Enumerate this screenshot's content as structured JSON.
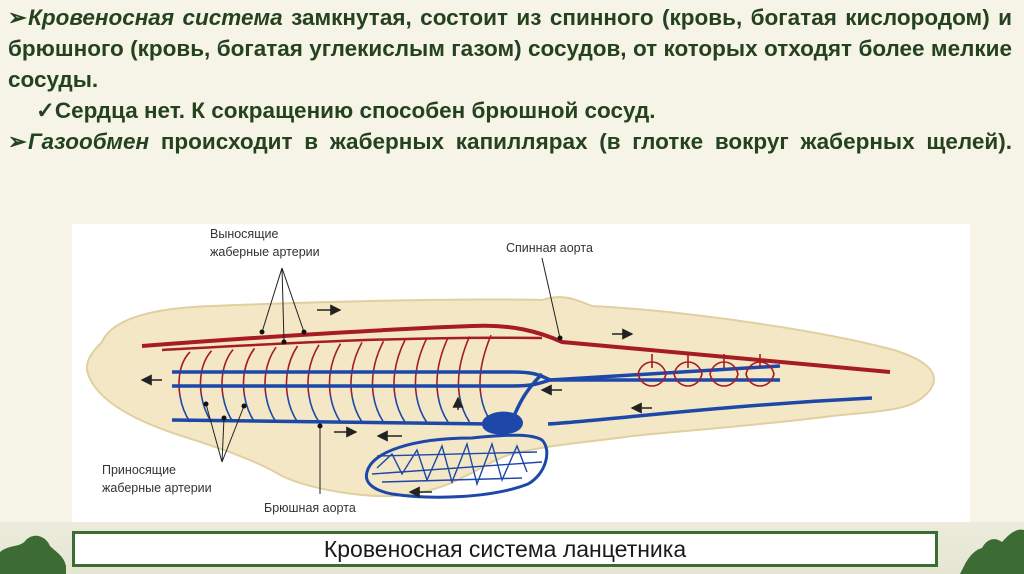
{
  "paragraphs": {
    "p1": {
      "bullet": "➢",
      "term": "Кровеносная система",
      "text": " замкнутая, состоит из спинного (кровь, богатая кислородом) и брюшного (кровь, богатая углекислым газом) сосудов, от которых отходят более мелкие сосуды."
    },
    "p2": {
      "bullet": "✓",
      "text": "Сердца нет. К сокращению способен брюшной сосуд."
    },
    "p3": {
      "bullet": "➢",
      "term": "Газообмен",
      "text": " происходит в жаберных капиллярах (в глотке вокруг жаберных щелей)."
    }
  },
  "diagram": {
    "labels": {
      "efferent_line1": "Выносящие",
      "efferent_line2": "жаберные артерии",
      "dorsal_aorta": "Спинная аорта",
      "afferent_line1": "Приносящие",
      "afferent_line2": "жаберные артерии",
      "ventral_aorta": "Брюшная аорта"
    },
    "colors": {
      "body": "#f3e7c6",
      "body_outline": "#e2cf9e",
      "artery": "#a61c22",
      "vein": "#1d47a8"
    }
  },
  "caption": "Кровеносная система ланцетника"
}
